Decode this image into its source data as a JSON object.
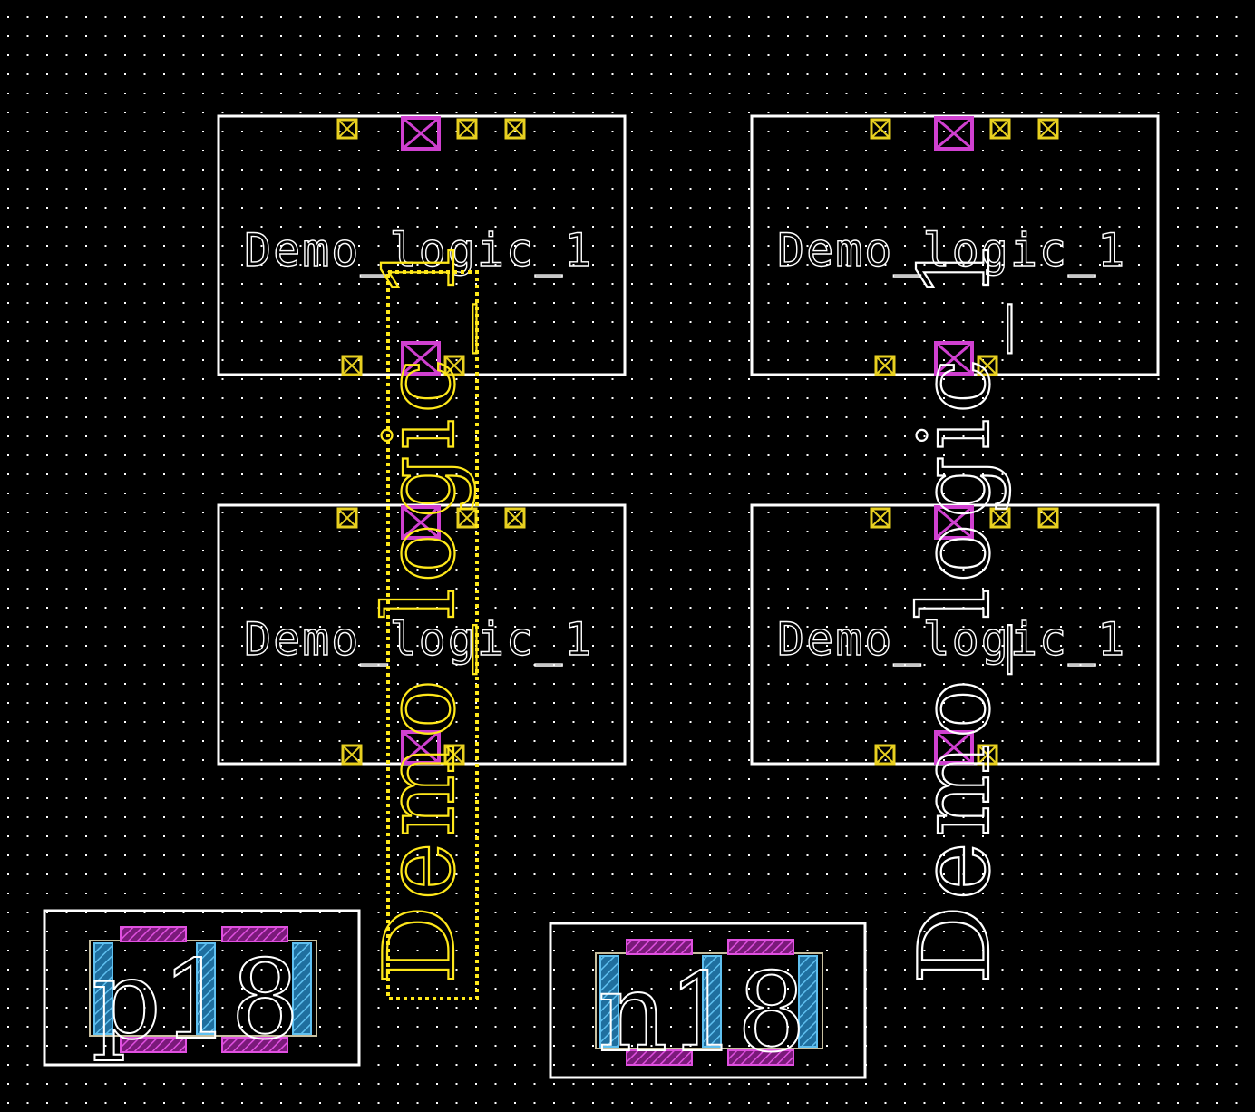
{
  "colors": {
    "background": "#000000",
    "grid_dot": "#ffffff",
    "outline": "#ffffff",
    "pin": "#e8d020",
    "contact": "#d040d0",
    "selection": "#ffe81a",
    "diffusion": "#2a9bd8",
    "poly": "#b030b0"
  },
  "cells": [
    {
      "id": "cell-top-left",
      "label": "Demo_logic_1"
    },
    {
      "id": "cell-top-right",
      "label": "Demo_logic_1"
    },
    {
      "id": "cell-bottom-left",
      "label": "Demo_logic_1"
    },
    {
      "id": "cell-bottom-right",
      "label": "Demo_logic_1"
    }
  ],
  "vertical_labels": [
    {
      "id": "selected-instance-label",
      "text": "Demo_logic_1",
      "selected": true
    },
    {
      "id": "instance-label-right",
      "text": "Demo_logic_1",
      "selected": false
    }
  ],
  "devices": [
    {
      "id": "device-left",
      "label": "p18"
    },
    {
      "id": "device-right",
      "label": "n18"
    }
  ]
}
